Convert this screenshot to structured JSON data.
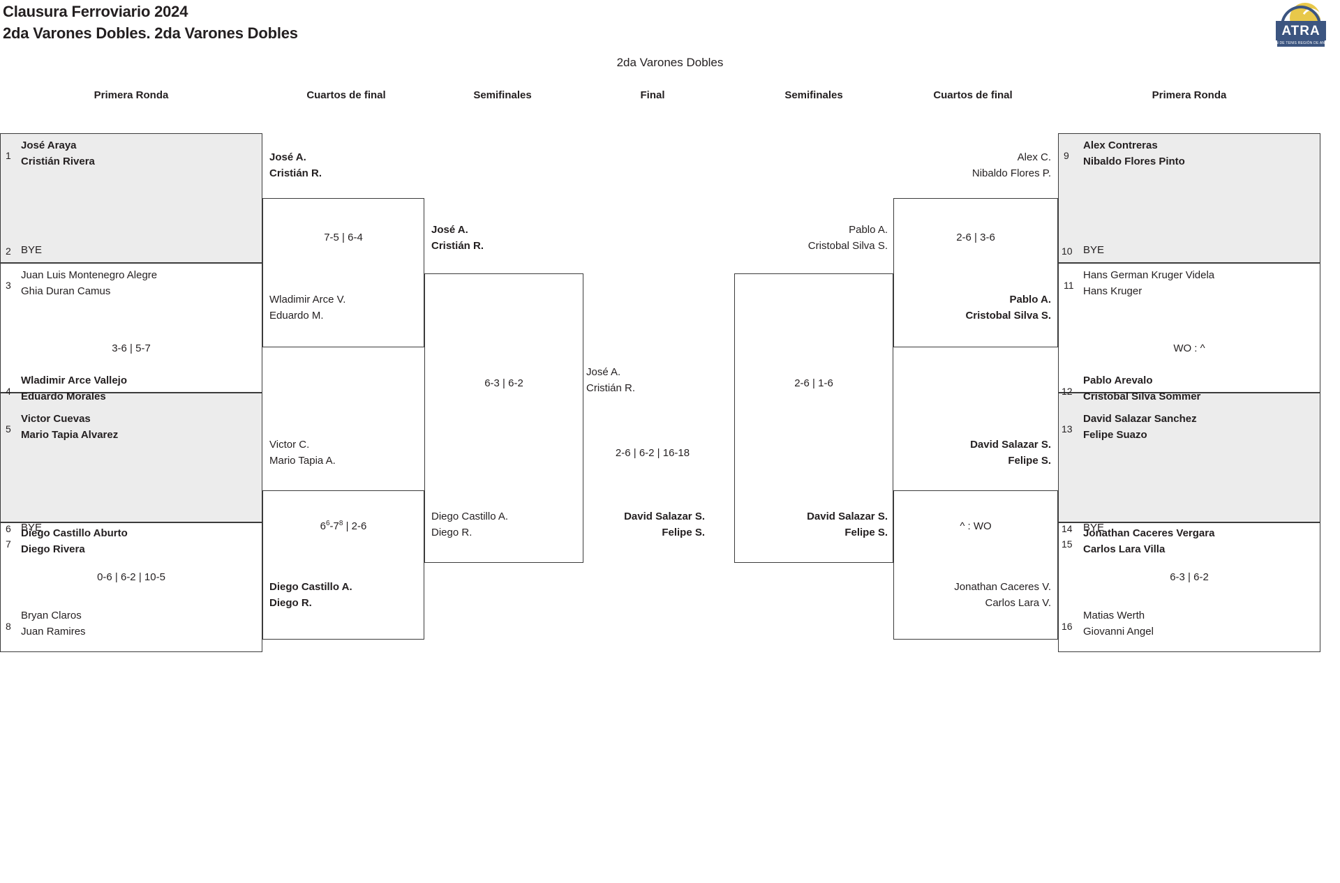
{
  "header": {
    "tournament": "Clausura Ferroviario 2024",
    "category": "2da Varones Dobles. 2da Varones Dobles",
    "logo_text": "ATRA",
    "logo_subtext": "ASOCIACIÓN DE TENIS REGIÓN DE ANTOFAGASTA"
  },
  "draw": {
    "title": "2da Varones Dobles"
  },
  "round_headers": {
    "left_r1": "Primera Ronda",
    "left_qf": "Cuartos de final",
    "left_sf": "Semifinales",
    "final": "Final",
    "right_sf": "Semifinales",
    "right_qf": "Cuartos de final",
    "right_r1": "Primera Ronda"
  },
  "left": {
    "r1": [
      {
        "seed": "1",
        "p1": "José Araya",
        "p2": "Cristián Rivera",
        "winner": true,
        "bye": false
      },
      {
        "seed": "2",
        "p1": "BYE",
        "p2": "",
        "winner": false,
        "bye": true
      },
      {
        "seed": "3",
        "p1": "Juan Luis Montenegro Alegre",
        "p2": "Ghia Duran Camus",
        "winner": false,
        "bye": false
      },
      {
        "seed": "4",
        "p1": "Wladimir Arce Vallejo",
        "p2": "Eduardo Morales",
        "winner": true,
        "bye": false
      },
      {
        "seed": "5",
        "p1": "Victor Cuevas",
        "p2": "Mario Tapia Alvarez",
        "winner": true,
        "bye": false
      },
      {
        "seed": "6",
        "p1": "BYE",
        "p2": "",
        "winner": false,
        "bye": true
      },
      {
        "seed": "7",
        "p1": "Diego Castillo Aburto",
        "p2": "Diego Rivera",
        "winner": true,
        "bye": false
      },
      {
        "seed": "8",
        "p1": "Bryan Claros",
        "p2": "Juan Ramires",
        "winner": false,
        "bye": false
      }
    ],
    "r1_scores": [
      "3-6 | 5-7",
      "0-6 | 6-2 | 10-5"
    ],
    "qf": [
      {
        "p1": "José A.",
        "p2": "Cristián R.",
        "winner": true
      },
      {
        "p1": "Wladimir Arce V.",
        "p2": "Eduardo M.",
        "winner": false
      },
      {
        "p1": "Victor C.",
        "p2": "Mario Tapia A.",
        "winner": false
      },
      {
        "p1": "Diego Castillo A.",
        "p2": "Diego R.",
        "winner": true
      }
    ],
    "qf_scores": [
      "7-5 | 6-4",
      "6⁶-7⁸ | 2-6"
    ],
    "qf_score_1_main": "6",
    "qf_score_1_sup1": "6",
    "qf_score_1_mid": "-7",
    "qf_score_1_sup2": "8",
    "qf_score_1_tail": " | 2-6",
    "sf": [
      {
        "p1": "José A.",
        "p2": "Cristián R.",
        "winner": true
      },
      {
        "p1": "Diego Castillo A.",
        "p2": "Diego R.",
        "winner": false
      }
    ],
    "sf_score": "6-3 | 6-2"
  },
  "final": {
    "top": {
      "p1": "José A.",
      "p2": "Cristián R.",
      "winner": false
    },
    "bottom": {
      "p1": "David Salazar S.",
      "p2": "Felipe S.",
      "winner": true
    },
    "score": "2-6 | 6-2 | 16-18"
  },
  "right": {
    "sf": [
      {
        "p1": "Pablo A.",
        "p2": "Cristobal Silva S.",
        "winner": false
      },
      {
        "p1": "David Salazar S.",
        "p2": "Felipe S.",
        "winner": true
      }
    ],
    "sf_score": "2-6 | 1-6",
    "qf": [
      {
        "p1": "Alex C.",
        "p2": "Nibaldo Flores P.",
        "winner": false
      },
      {
        "p1": "Pablo A.",
        "p2": "Cristobal Silva S.",
        "winner": true
      },
      {
        "p1": "David Salazar S.",
        "p2": "Felipe S.",
        "winner": true
      },
      {
        "p1": "Jonathan Caceres V.",
        "p2": "Carlos Lara V.",
        "winner": false
      }
    ],
    "qf_scores": [
      "2-6 | 3-6",
      "^ : WO"
    ],
    "r1": [
      {
        "seed": "9",
        "p1": "Alex Contreras",
        "p2": "Nibaldo Flores Pinto",
        "winner": true,
        "bye": false
      },
      {
        "seed": "10",
        "p1": "BYE",
        "p2": "",
        "winner": false,
        "bye": true
      },
      {
        "seed": "11",
        "p1": "Hans German Kruger Videla",
        "p2": "Hans Kruger",
        "winner": false,
        "bye": false
      },
      {
        "seed": "12",
        "p1": "Pablo Arevalo",
        "p2": "Cristobal Silva Sommer",
        "winner": true,
        "bye": false
      },
      {
        "seed": "13",
        "p1": "David Salazar Sanchez",
        "p2": "Felipe Suazo",
        "winner": true,
        "bye": false
      },
      {
        "seed": "14",
        "p1": "BYE",
        "p2": "",
        "winner": false,
        "bye": true
      },
      {
        "seed": "15",
        "p1": "Jonathan Caceres Vergara",
        "p2": "Carlos Lara Villa",
        "winner": true,
        "bye": false
      },
      {
        "seed": "16",
        "p1": "Matias Werth",
        "p2": "Giovanni Angel",
        "winner": false,
        "bye": false
      }
    ],
    "r1_scores": [
      "WO : ^",
      "6-3 | 6-2"
    ]
  },
  "colors": {
    "shade": "#ececec",
    "line": "#3b3b3b",
    "text": "#231f20",
    "logo_navy": "#3c5580",
    "logo_yellow": "#e8c84a"
  }
}
